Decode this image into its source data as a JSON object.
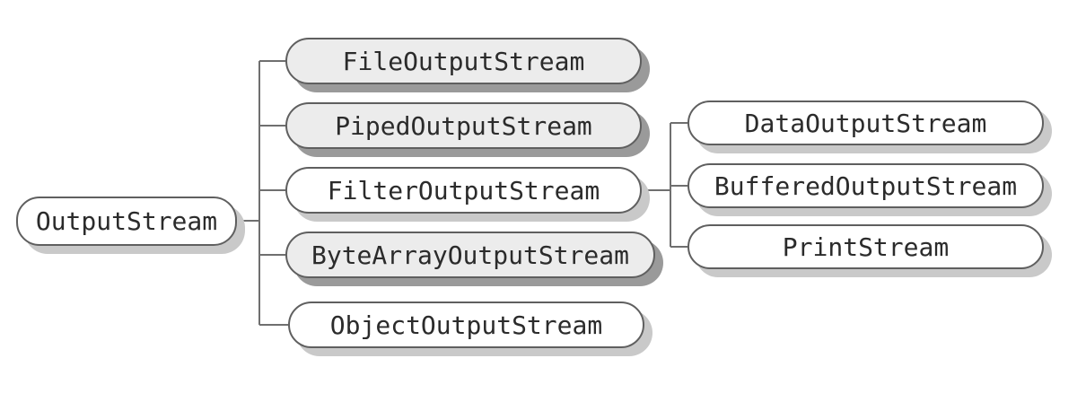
{
  "root": {
    "label": "OutputStream"
  },
  "children": [
    {
      "label": "FileOutputStream",
      "shaded": true
    },
    {
      "label": "PipedOutputStream",
      "shaded": true
    },
    {
      "label": "FilterOutputStream",
      "shaded": false
    },
    {
      "label": "ByteArrayOutputStream",
      "shaded": true
    },
    {
      "label": "ObjectOutputStream",
      "shaded": false
    }
  ],
  "filter_children": [
    {
      "label": "DataOutputStream",
      "shaded": false
    },
    {
      "label": "BufferedOutputStream",
      "shaded": false
    },
    {
      "label": "PrintStream",
      "shaded": false
    }
  ],
  "colors": {
    "line": "#6f6f6f",
    "border": "#5f5f5f",
    "shaded_fill": "#ececec",
    "shadow_light": "#c9c9c9",
    "shadow_dark": "#9a9a9a"
  }
}
